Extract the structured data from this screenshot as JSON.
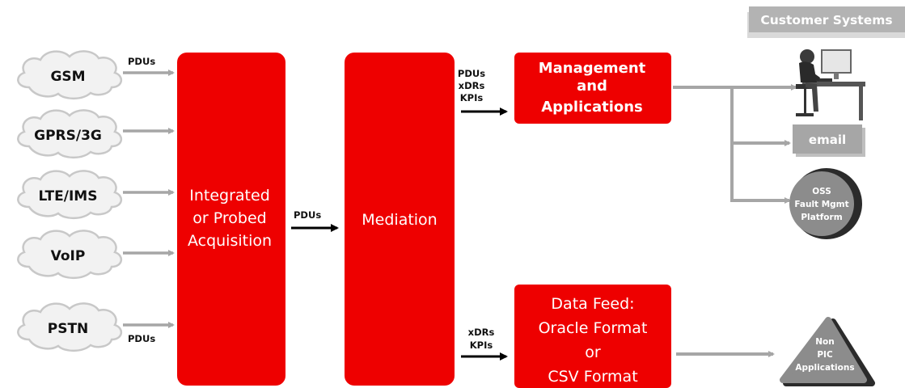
{
  "sources": [
    {
      "label": "GSM",
      "pdu_label": "PDUs"
    },
    {
      "label": "GPRS/3G",
      "pdu_label": ""
    },
    {
      "label": "LTE/IMS",
      "pdu_label": ""
    },
    {
      "label": "VoIP",
      "pdu_label": ""
    },
    {
      "label": "PSTN",
      "pdu_label": "PDUs"
    }
  ],
  "acquisition": {
    "lines": [
      "Integrated",
      "or Probed",
      "Acquisition"
    ]
  },
  "acq_to_mediation_label": "PDUs",
  "mediation": {
    "label": "Mediation"
  },
  "management_input_labels": [
    "PDUs",
    "xDRs",
    "KPIs"
  ],
  "management": {
    "lines": [
      "Management",
      "and",
      "Applications"
    ]
  },
  "datafeed_input_labels": [
    "xDRs",
    "KPIs"
  ],
  "datafeed": {
    "lines": [
      "Data Feed:",
      "Oracle Format",
      "or",
      "CSV Format"
    ]
  },
  "customer_systems": {
    "label": "Customer Systems"
  },
  "email": {
    "label": "email"
  },
  "oss": {
    "lines": [
      "OSS",
      "Fault Mgmt",
      "Platform"
    ]
  },
  "non_pic": {
    "lines": [
      "Non",
      "PIC",
      "Applications"
    ]
  },
  "colors": {
    "red": "#ee0000",
    "gray_arrow": "#a6a6a6",
    "cloud_fill": "#f2f2f2",
    "cloud_stroke": "#c8c8c8",
    "dark_gray": "#4a4a4a"
  }
}
